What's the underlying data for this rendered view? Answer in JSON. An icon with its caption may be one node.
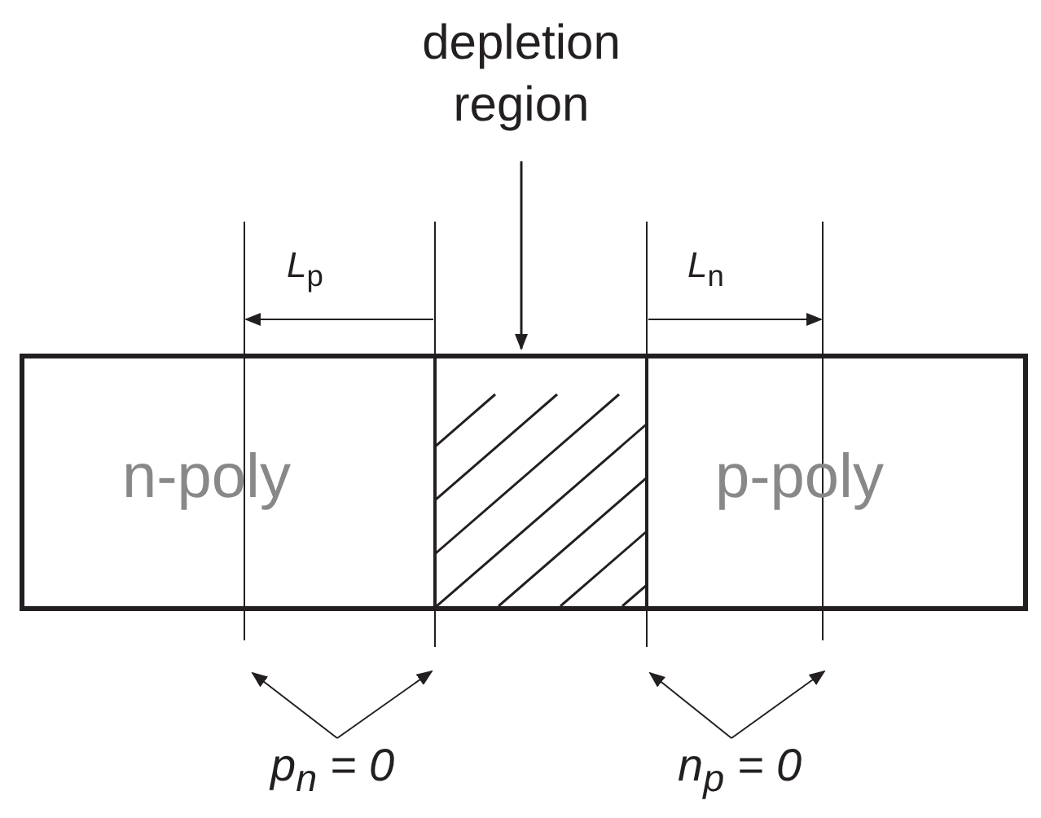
{
  "diagram": {
    "nodes": [
      {
        "text": [
          "n-poly"
        ]
      },
      {
        "text": [],
        "shape": "box"
      },
      {
        "text": [
          "p-poly"
        ]
      },
      {
        "text": [
          "depletion region"
        ]
      },
      {
        "text": [
          "p$_{n}$ = 0"
        ]
      },
      {
        "text": [
          "n$_{p}$ = 0"
        ]
      }
    ],
    "edges": [
      {
        "from": 3,
        "to": 1,
        "arrow": "to"
      },
      {
        "from": 4,
        "to": null,
        "arrow": "to"
      },
      {
        "from": 4,
        "to": null,
        "arrow": "to"
      },
      {
        "from": 5,
        "to": null,
        "arrow": "to"
      },
      {
        "from": 5,
        "to": null,
        "arrow": "to"
      }
    ],
    "labels": [
      "*L*$_{p}$",
      "*L*$_{n}$"
    ]
  }
}
